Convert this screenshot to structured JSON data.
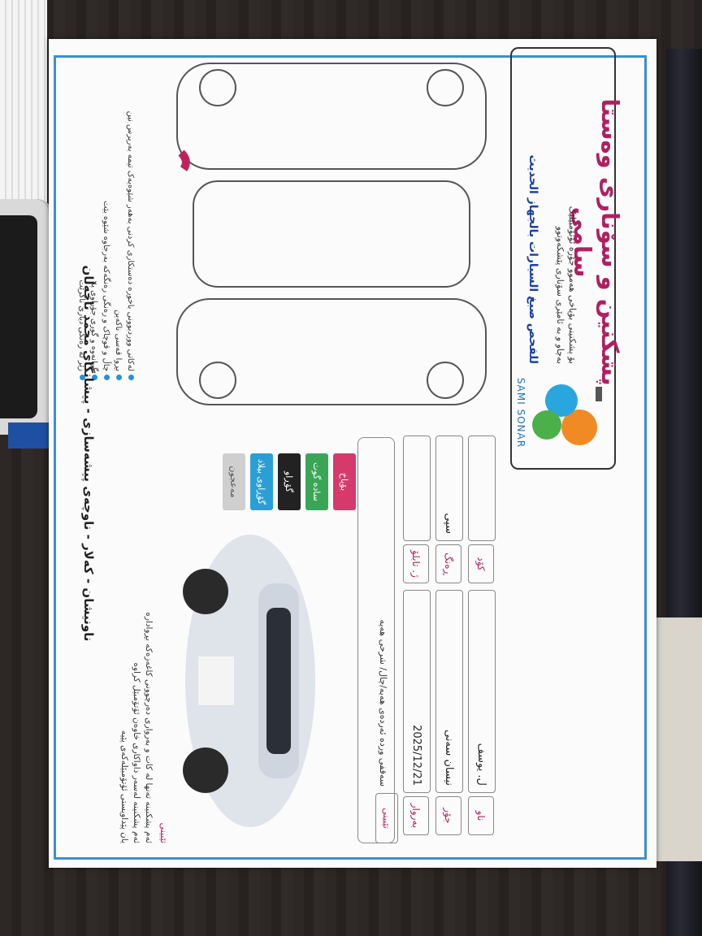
{
  "header": {
    "title": "پشکنین و سۆناری وەستا سامی",
    "subtitle_line1": "بۆ پشکنینی بۆیاخی هەموو جۆرە ئۆتۆمبێلێک",
    "subtitle_line2": "بەچاو و بە ئامێری سۆناری پێشکەوتوو",
    "arabic": "للفحص صبغ السيارات بالجهاز الحديث",
    "logo_text": "SAMI SONAR"
  },
  "fields": {
    "name_label": "ناو",
    "name_value": "ل. یوسف",
    "type_label": "جۆر",
    "type_value": "نیسان سەنی",
    "date_label": "بەروار",
    "date_value": "2025/12/21",
    "code_label": "کۆد",
    "code_value": "",
    "color_label": "ڕەنگ",
    "color_value": "سپی",
    "plate_label": "ژ. تابلۆ",
    "plate_value": ""
  },
  "notes": {
    "label": "تێبینی",
    "line1": "سەقفی ورده ئەردەی هەیە/چال/ شرحی هەیە"
  },
  "legend": {
    "paint": "بۆیاخ",
    "new": "سادە گوت",
    "changed": "گۆڕاو",
    "changed_part": "گۆڕاوی بیلاد",
    "putty": "مەعجون"
  },
  "warnings": {
    "label": "تێبینی",
    "line1": "ئەم پشکنینە تەنها لە کات و بەرواری دەرچوونی کاغەزەکە بڕوادارە",
    "line2": "ئەم پشکنینە لەسەر داواکاری خاوەن ئۆتۆمبێل کراوە",
    "line3": "یان پێداویستی ئۆتۆمبێلەکەی پێیە"
  },
  "left_notes": {
    "line1": "لەکاتی ووردبوونی باخورە دەستکاری کردنی بەھەر شێوەیەک تیمە بەرپرس نین",
    "line2": "بڕوا قەسی ناکەین",
    "line3": "چاڵ و قوچاک و رەنگی رەنگەکە بەرجاوە شێوە بێت",
    "line4": "گرانەوە و گوری جۆراوی پە",
    "line5": "زێر لە رەنگی دیاری ناگرێت"
  },
  "footer": {
    "address": "ناونیشان - کەلار - ناوچەی پیشەسازی - پیشانگای محمد باجەڵان"
  },
  "colors": {
    "frame": "#3c8fd1",
    "title": "#b02060",
    "paint_chip": "#d63a6c",
    "new_chip": "#3aa655",
    "changed_chip": "#222222",
    "changed_part_chip": "#2a9fd6",
    "putty_chip": "#cfcfcf"
  }
}
